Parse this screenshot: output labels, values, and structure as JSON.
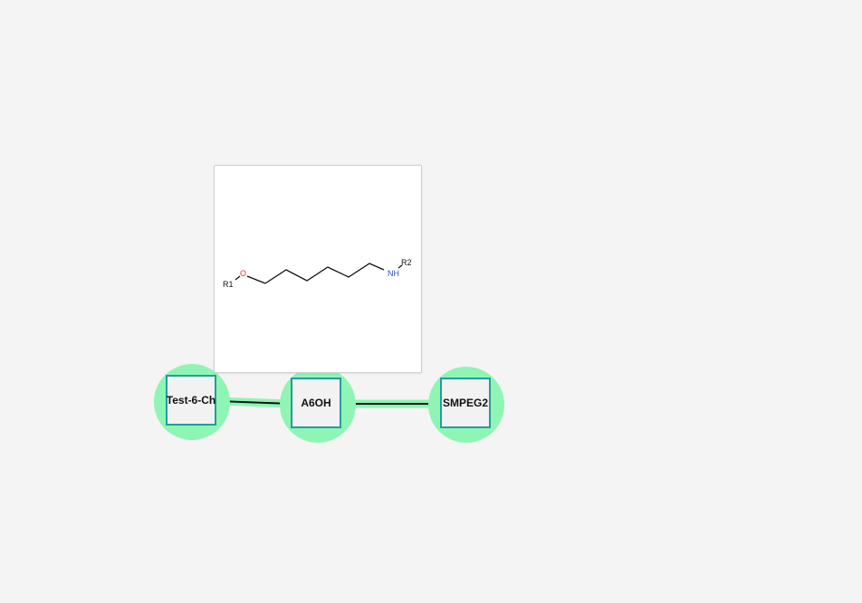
{
  "graph": {
    "nodes": [
      {
        "id": "n1",
        "label": "Test-6-Ch"
      },
      {
        "id": "n2",
        "label": "A6OH"
      },
      {
        "id": "n3",
        "label": "SMPEG2"
      }
    ],
    "edges": [
      {
        "from": "n1",
        "to": "n2"
      },
      {
        "from": "n2",
        "to": "n3"
      }
    ],
    "highlight_color": "#8ff5b4",
    "node_border_color": "#1f9e9e"
  },
  "popup": {
    "structure": {
      "r1_label": "R1",
      "o_label": "O",
      "nh_label": "NH",
      "r2_label": "R2",
      "o_color": "#e53030",
      "nh_color": "#3050c0"
    }
  }
}
